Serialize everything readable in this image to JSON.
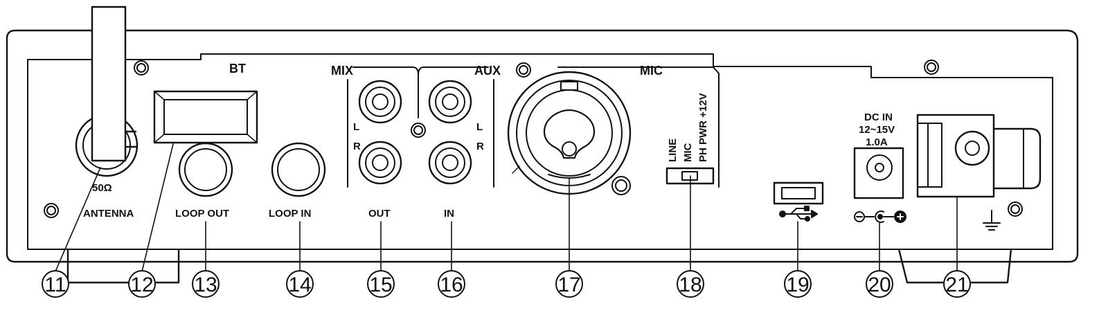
{
  "panel": {
    "section_labels": {
      "bt": "BT",
      "mix": "MIX",
      "aux": "AUX",
      "mic": "MIC"
    },
    "antenna": {
      "impedance": "50Ω",
      "label": "ANTENNA"
    },
    "loop_out": "LOOP OUT",
    "loop_in": "LOOP IN",
    "mix_out": {
      "left": "L",
      "right": "R",
      "label": "OUT"
    },
    "aux_in": {
      "left": "L",
      "right": "R",
      "label": "IN"
    },
    "mic_switch": {
      "pos_line": "LINE",
      "pos_mic": "MIC",
      "pos_phantom": "PH PWR +12V"
    },
    "dc_in": {
      "line1": "DC IN",
      "line2": "12~15V",
      "line3": "1.0A"
    }
  },
  "callouts": [
    "11",
    "12",
    "13",
    "14",
    "15",
    "16",
    "17",
    "18",
    "19",
    "20",
    "21"
  ]
}
